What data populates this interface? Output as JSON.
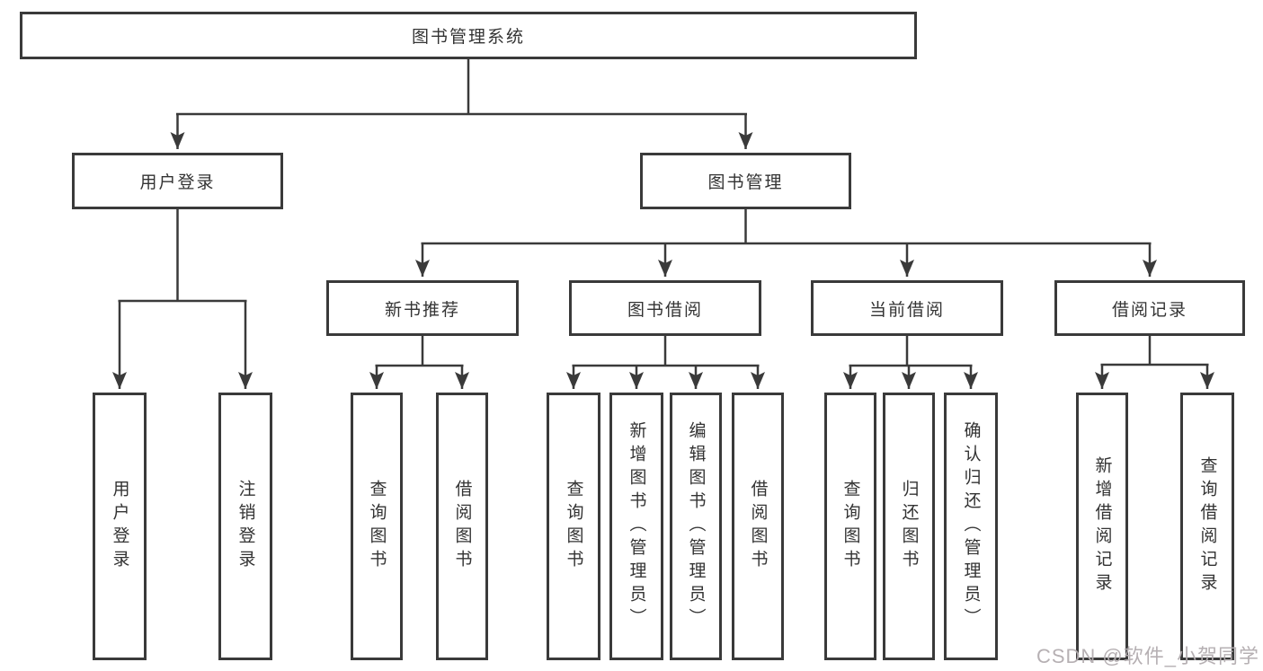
{
  "diagram": {
    "root": "图书管理系统",
    "branches": {
      "user_login": {
        "label": "用户登录",
        "children": [
          "用户登录",
          "注销登录"
        ]
      },
      "book_management": {
        "label": "图书管理",
        "groups": [
          {
            "label": "新书推荐",
            "children": [
              "查询图书",
              "借阅图书"
            ]
          },
          {
            "label": "图书借阅",
            "children": [
              "查询图书",
              "新增图书（管理员）",
              "编辑图书（管理员）",
              "借阅图书"
            ]
          },
          {
            "label": "当前借阅",
            "children": [
              "查询图书",
              "归还图书",
              "确认归还（管理员）"
            ]
          },
          {
            "label": "借阅记录",
            "children": [
              "新增借阅记录",
              "查询借阅记录"
            ]
          }
        ]
      }
    }
  },
  "watermark": {
    "text": "CSDN @软件_小贺同学"
  },
  "colors": {
    "line": "#3a3a3a",
    "text": "#333333",
    "box_background": "#ffffff"
  }
}
